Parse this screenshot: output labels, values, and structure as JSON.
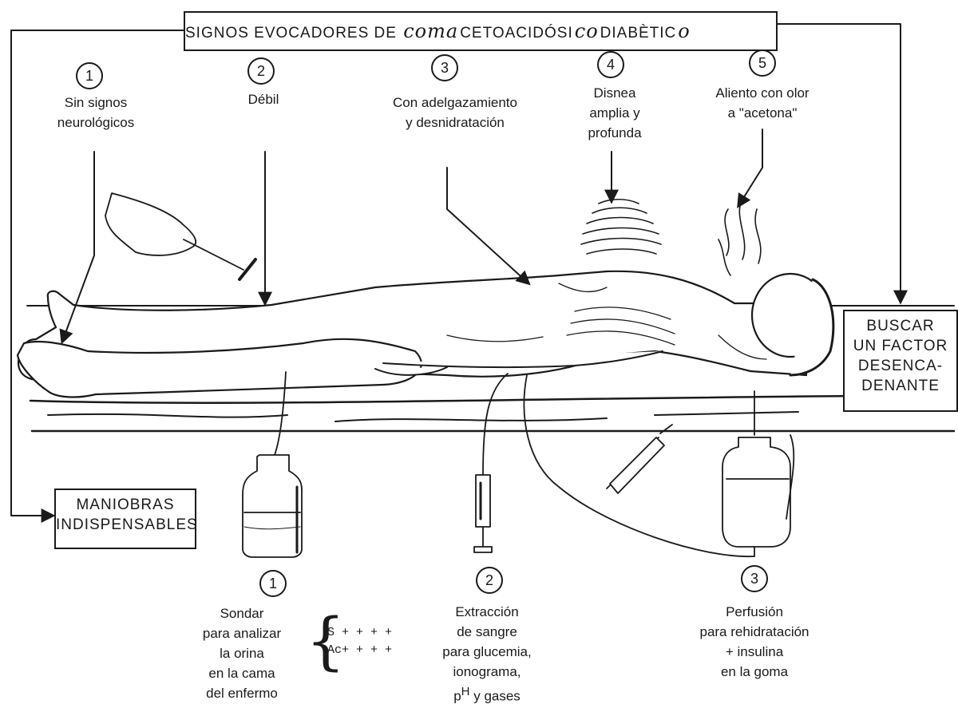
{
  "title": {
    "pre": "SIGNOS EVOCADORES DE",
    "hand1": "coma",
    "mid": "CETOACIDÓSI",
    "hand2": "co",
    "post": "DIABÈTIC",
    "hand3": "o"
  },
  "signs": [
    {
      "num": "1",
      "lines": [
        "Sin signos",
        "neurológicos"
      ]
    },
    {
      "num": "2",
      "lines": [
        "Débil"
      ]
    },
    {
      "num": "3",
      "lines": [
        "Con adelgazamiento",
        "y desnidratación"
      ]
    },
    {
      "num": "4",
      "lines": [
        "Disnea",
        "amplia y",
        "profunda"
      ]
    },
    {
      "num": "5",
      "lines": [
        "Aliento con olor",
        "a \"acetona\""
      ]
    }
  ],
  "boxes": {
    "buscar": [
      "BUSCAR",
      "UN FACTOR",
      "DESENCA-",
      "DENANTE"
    ],
    "maniobras": [
      "MANIOBRAS",
      "INDISPENSABLES"
    ]
  },
  "maneuvers": [
    {
      "num": "1",
      "lines": [
        "Sondar",
        "para analizar",
        "la orina",
        "en la cama",
        "del enfermo"
      ]
    },
    {
      "num": "2",
      "lines": [
        "Extracción",
        "de sangre",
        "para glucemia,",
        "ionograma,"
      ],
      "ph": "H",
      "ph_pre": "p",
      "ph_post": " y gases"
    },
    {
      "num": "3",
      "lines": [
        "Perfusión",
        "para rehidratación",
        "+ insulina",
        "en la goma"
      ]
    }
  ],
  "urine": [
    "S + + + +",
    "Ac+ + + +"
  ]
}
